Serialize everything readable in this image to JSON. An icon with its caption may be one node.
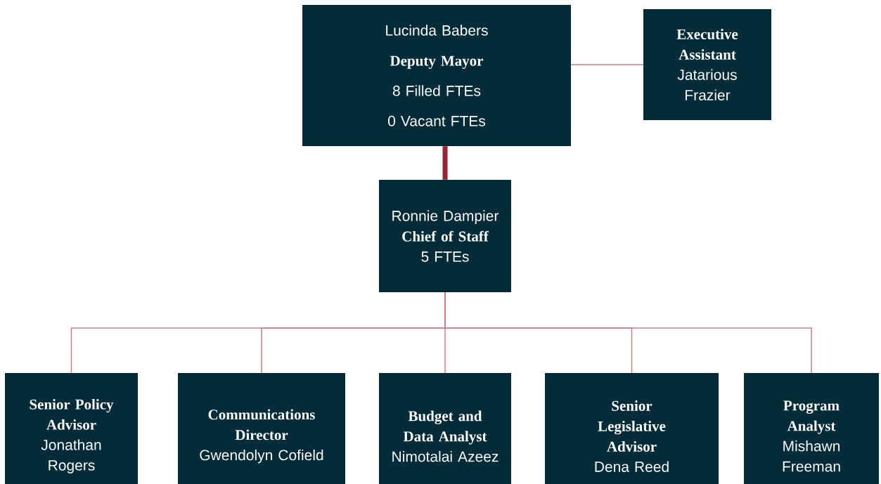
{
  "diagram": {
    "nodes": [
      {
        "text": [
          "Lucinda Babers",
          "Deputy Mayor",
          "8 Filled FTEs",
          "0 Vacant FTEs"
        ]
      },
      {
        "text": [
          "Executive Assistant",
          "Jatarious Frazier"
        ]
      },
      {
        "text": [
          "Ronnie Dampier",
          "Chief of Staff",
          "5 FTEs"
        ]
      },
      {
        "text": [
          "Senior Policy Advisor",
          "Jonathan Rogers"
        ]
      },
      {
        "text": [
          "Communications Director",
          "Gwendolyn Cofield"
        ]
      },
      {
        "text": [
          "Budget and Data Analyst",
          "Nimotalai Azeez"
        ]
      },
      {
        "text": [
          "Senior Legislative Advisor",
          "Dena Reed"
        ]
      },
      {
        "text": [
          "Program Analyst",
          "Mishawn Freeman"
        ]
      }
    ],
    "edges": [
      {
        "from": 0,
        "to": 1,
        "arrow": "none"
      },
      {
        "from": 0,
        "to": 2,
        "arrow": "none",
        "style": "thick",
        "color": "#9b2335"
      },
      {
        "from": 2,
        "to": 3,
        "arrow": "none"
      },
      {
        "from": 2,
        "to": 4,
        "arrow": "none"
      },
      {
        "from": 2,
        "to": 5,
        "arrow": "none"
      },
      {
        "from": 2,
        "to": 6,
        "arrow": "none"
      },
      {
        "from": 2,
        "to": 7,
        "arrow": "none"
      }
    ]
  }
}
